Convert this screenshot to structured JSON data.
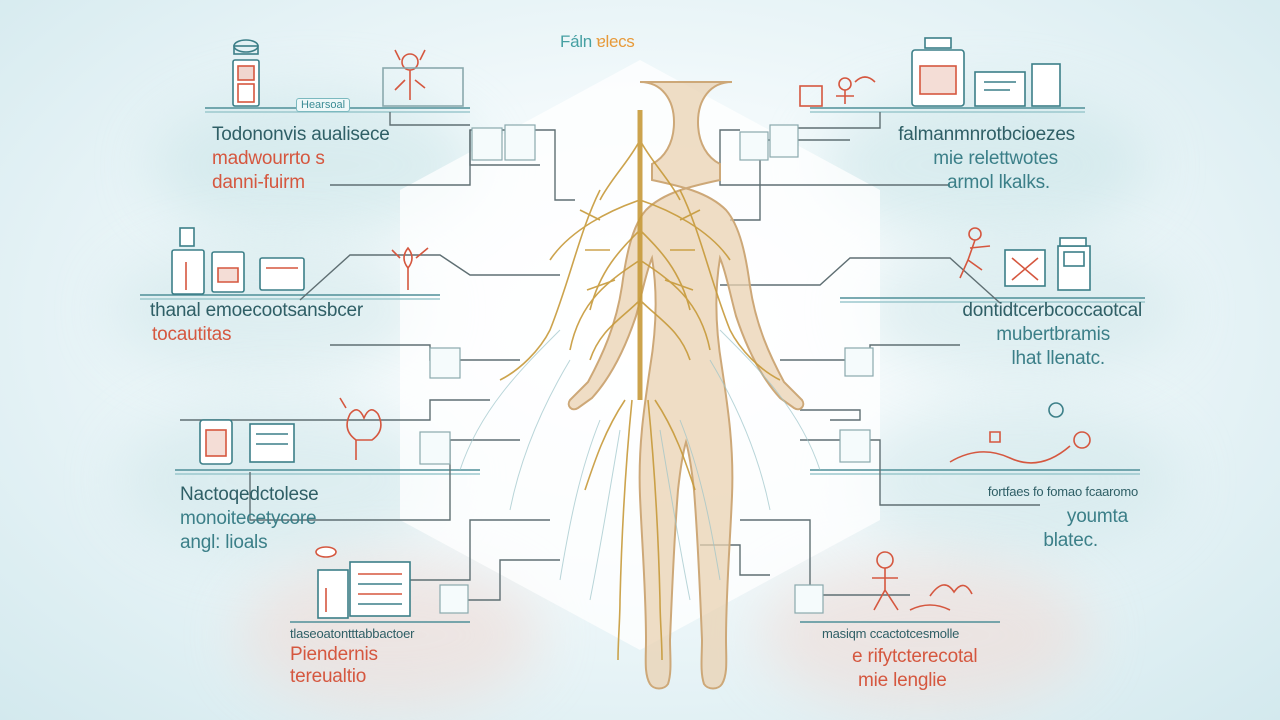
{
  "title": {
    "part1": "Fáln",
    "part2": "ɐlecs"
  },
  "panels": {
    "top_left": {
      "tag": "Hearsoal",
      "lines": [
        "Todononvis aualisece",
        "madwourrto s",
        "danni-fuirm"
      ]
    },
    "top_right": {
      "lines": [
        "falmanmnrotbcioezes",
        "mie relettwotes",
        "armol lkalks."
      ]
    },
    "mid_left": {
      "lines": [
        "thanal emoecootsansbcer",
        "tocautitas"
      ]
    },
    "mid_right": {
      "lines": [
        "dontidtcerbcoccaotcal",
        "mubertbramis",
        "lhat llenatc."
      ]
    },
    "low_left": {
      "lines": [
        "Nactoqedctolese",
        "monoitecetycore",
        "angl: lioals"
      ]
    },
    "low_right": {
      "lines": [
        "fortfaes fo fomao fcaaromo",
        "youmta",
        "blatec."
      ]
    },
    "bottom_left": {
      "lines": [
        "tlaseoatontttabbactoer",
        "Piendernis",
        "tereualtio"
      ]
    },
    "bottom_right": {
      "lines": [
        "masiqm ccactotcesmolle",
        "e rifytcterecotal",
        "mie lenglie"
      ]
    }
  },
  "colors": {
    "teal": "#3b7f88",
    "red": "#d5573f",
    "body": "#e6c9a3",
    "nerve": "#c79a3a",
    "line": "#5f6f73"
  },
  "icons": [
    "cooking-pot-icon",
    "jar-icon",
    "hand-plant-icon",
    "figure-icon",
    "appliance-icon",
    "monitor-icon",
    "bottle-icon",
    "pan-icon",
    "document-icon"
  ]
}
